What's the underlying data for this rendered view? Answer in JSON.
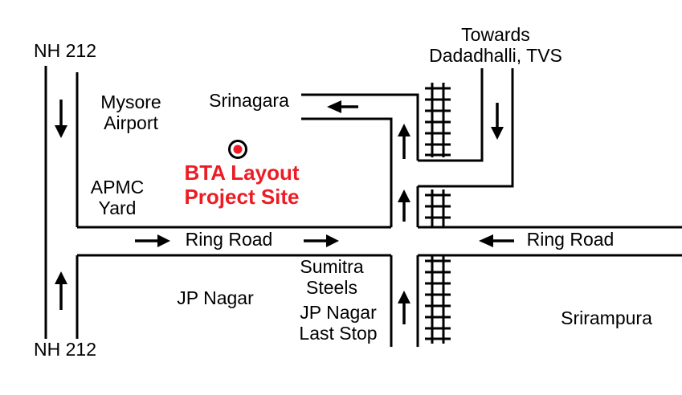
{
  "map": {
    "colors": {
      "marker_red": "#ec1c24",
      "road_black": "#000000",
      "background": "#ffffff"
    },
    "labels": {
      "nh212_top": "NH 212",
      "nh212_bottom": "NH 212",
      "towards_line1": "Towards",
      "towards_line2": "Dadadhalli, TVS",
      "mysore_airport_line1": "Mysore",
      "mysore_airport_line2": "Airport",
      "srinagara": "Srinagara",
      "project_site_line1": "BTA Layout",
      "project_site_line2": "Project Site",
      "apmc_line1": "APMC",
      "apmc_line2": "Yard",
      "ring_road_left": "Ring Road",
      "ring_road_right": "Ring Road",
      "sumitra_line1": "Sumitra",
      "sumitra_line2": "Steels",
      "jp_nagar": "JP Nagar",
      "jp_last_stop_line1": "JP Nagar",
      "jp_last_stop_line2": "Last Stop",
      "srirampura": "Srirampura"
    },
    "arrows": [
      {
        "road": "NH 212 upper section",
        "direction": "down"
      },
      {
        "road": "NH 212 lower section",
        "direction": "up"
      },
      {
        "road": "Ring Road left segment",
        "direction": "right"
      },
      {
        "road": "Ring Road left segment",
        "direction": "right"
      },
      {
        "road": "Ring Road right segment",
        "direction": "left"
      },
      {
        "road": "Srinagara road",
        "direction": "left"
      },
      {
        "road": "cross road upper segment",
        "direction": "up"
      },
      {
        "road": "cross road upper segment",
        "direction": "up"
      },
      {
        "road": "cross road lower segment",
        "direction": "up"
      },
      {
        "road": "Dadadhalli road",
        "direction": "down"
      }
    ]
  }
}
